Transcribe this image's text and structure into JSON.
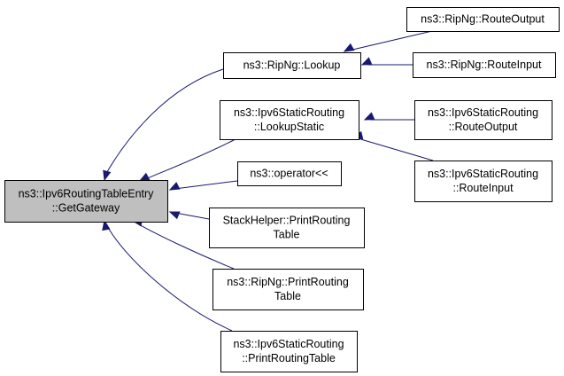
{
  "nodes": [
    {
      "id": "root",
      "name": "node-ipv6-routing-table-entry-get-gateway",
      "lines": [
        "ns3::Ipv6RoutingTableEntry",
        "::GetGateway"
      ],
      "root": true
    },
    {
      "id": "ripng-lookup",
      "name": "node-ripng-lookup",
      "lines": [
        "ns3::RipNg::Lookup"
      ]
    },
    {
      "id": "static-lookup",
      "name": "node-ipv6-static-routing-lookup-static",
      "lines": [
        "ns3::Ipv6StaticRouting",
        "::LookupStatic"
      ]
    },
    {
      "id": "operator",
      "name": "node-operator-shift",
      "lines": [
        "ns3::operator<<"
      ]
    },
    {
      "id": "stack-print",
      "name": "node-stack-helper-print-routing-table",
      "lines": [
        "StackHelper::PrintRouting",
        "Table"
      ]
    },
    {
      "id": "ripng-print",
      "name": "node-ripng-print-routing-table",
      "lines": [
        "ns3::RipNg::PrintRouting",
        "Table"
      ]
    },
    {
      "id": "static-print",
      "name": "node-ipv6-static-routing-print-routing-table",
      "lines": [
        "ns3::Ipv6StaticRouting",
        "::PrintRoutingTable"
      ]
    },
    {
      "id": "ripng-route-output",
      "name": "node-ripng-route-output",
      "lines": [
        "ns3::RipNg::RouteOutput"
      ]
    },
    {
      "id": "ripng-route-input",
      "name": "node-ripng-route-input",
      "lines": [
        "ns3::RipNg::RouteInput"
      ]
    },
    {
      "id": "static-route-output",
      "name": "node-ipv6-static-routing-route-output",
      "lines": [
        "ns3::Ipv6StaticRouting",
        "::RouteOutput"
      ]
    },
    {
      "id": "static-route-input",
      "name": "node-ipv6-static-routing-route-input",
      "lines": [
        "ns3::Ipv6StaticRouting",
        "::RouteInput"
      ]
    }
  ],
  "edges": [
    {
      "from": "ripng-lookup",
      "to": "root"
    },
    {
      "from": "static-lookup",
      "to": "root"
    },
    {
      "from": "operator",
      "to": "root"
    },
    {
      "from": "stack-print",
      "to": "root"
    },
    {
      "from": "ripng-print",
      "to": "root"
    },
    {
      "from": "static-print",
      "to": "root"
    },
    {
      "from": "ripng-route-output",
      "to": "ripng-lookup"
    },
    {
      "from": "ripng-route-input",
      "to": "ripng-lookup"
    },
    {
      "from": "static-route-output",
      "to": "static-lookup"
    },
    {
      "from": "static-route-input",
      "to": "static-lookup"
    }
  ],
  "colors": {
    "edge": "#191970",
    "root_fill": "#bfbfbf",
    "node_fill": "#ffffff",
    "border": "#000000"
  }
}
